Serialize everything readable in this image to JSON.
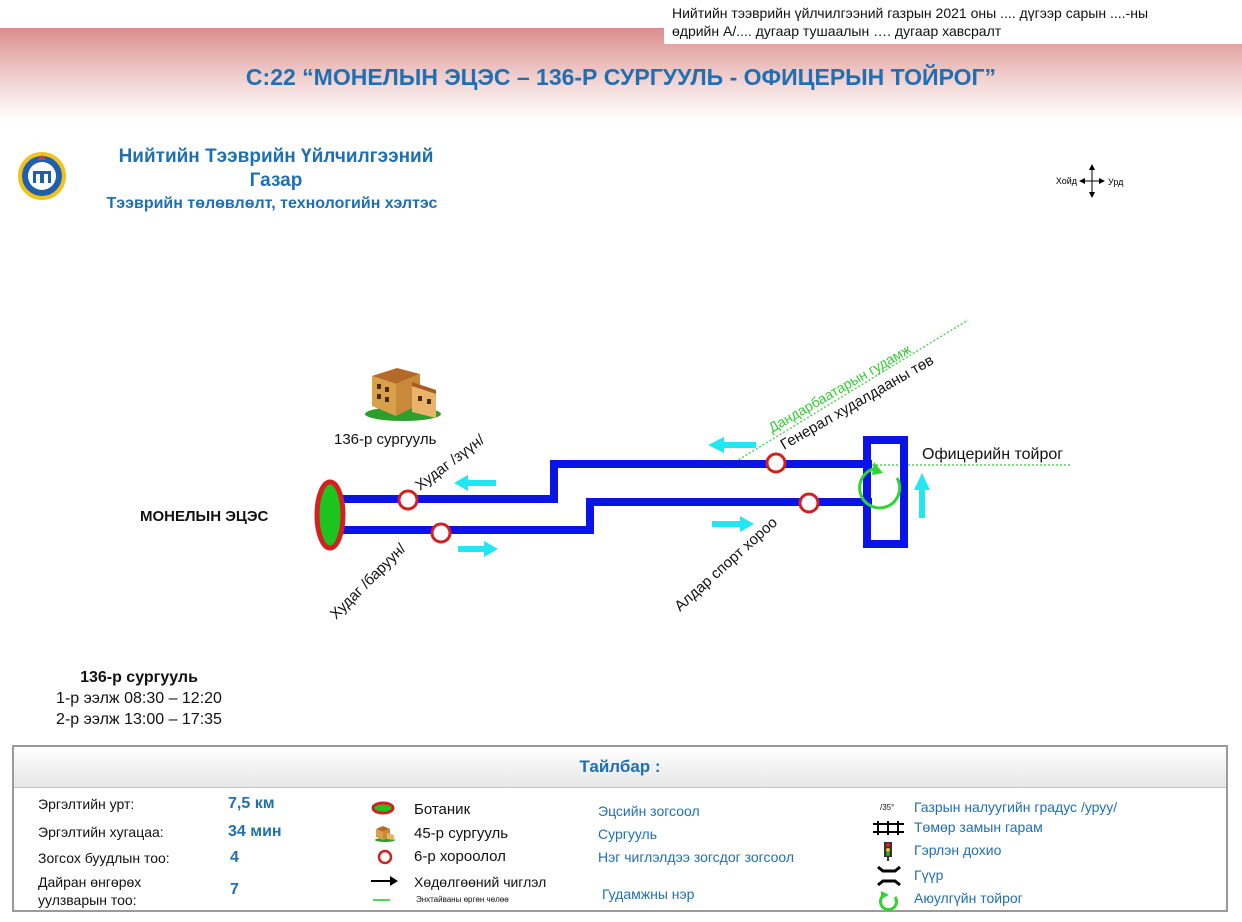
{
  "header": {
    "order_line1": "Нийтийн тээврийн үйлчилгээний газрын 2021 оны .... дүгээр   сарын ....-ны",
    "order_line2": "өдрийн А/.... дугаар тушаалын …. дугаар хавсралт",
    "title": "С:22 “МОНЕЛЫН ЭЦЭС – 136-Р СУРГУУЛЬ - ОФИЦЕРЫН ТОЙРОГ”"
  },
  "org": {
    "name_line1": "Нийтийн Тээврийн Үйлчилгээний",
    "name_line2": "Газар",
    "department": "Тээврийн төлөвлөлт, технологийн хэлтэс"
  },
  "compass": {
    "north": "Хойд",
    "east": "Урд"
  },
  "map": {
    "terminal": "МОНЕЛЫН ЭЦЭС",
    "school": "136-р сургууль",
    "stop_hudag_zuun": "Худаг /зүүн/",
    "stop_hudag_baruun": "Худаг /баруун/",
    "street": "Дандарбаатарын гудамж",
    "stop_general": "Генерал худалдааны төв",
    "stop_aldar": "Алдар спорт хороо",
    "roundabout": "Офицерийн тойрог",
    "colors": {
      "route": "#0a14e6",
      "arrow": "#22e6f2",
      "stop_ring": "#d42020",
      "terminal_fill": "#1ec41e",
      "street_line": "#59d259"
    }
  },
  "school_info": {
    "heading": "136-р сургууль",
    "shift1": "1-р ээлж 08:30 – 12:20",
    "shift2": "2-р ээлж 13:00 – 17:35"
  },
  "legend": {
    "title": "Тайлбар :",
    "length_label": "Эргэлтийн урт:",
    "length_value": "7,5 км",
    "duration_label": "Эргэлтийн хугацаа:",
    "duration_value": "34 мин",
    "stops_label": "Зогсох буудлын тоо:",
    "stops_value": "4",
    "crossings_label1": "Дайран өнгөрөх",
    "crossings_label2": "уулзварын тоо:",
    "crossings_value": "7",
    "sym1": "Ботаник",
    "sym2": "45-р сургууль",
    "sym3": "6-р хороолол",
    "sym4": "Хөдөлгөөний чиглэл",
    "sym5": "Энхтайваны өргөн чөлөө",
    "mean1": "Эцсийн зогсоол",
    "mean2": "Сургууль",
    "mean3": "Нэг чиглэлдээ зогсдог зогсоол",
    "mean4": "Гудамжны нэр",
    "grade_sym": "/35°",
    "grade": "Газрын налуугийн градус /уруу/",
    "rail": "Төмөр замын гарам",
    "light": "Гэрлэн дохио",
    "bridge": "Гүүр",
    "round": "Аюулгүйн тойрог"
  }
}
